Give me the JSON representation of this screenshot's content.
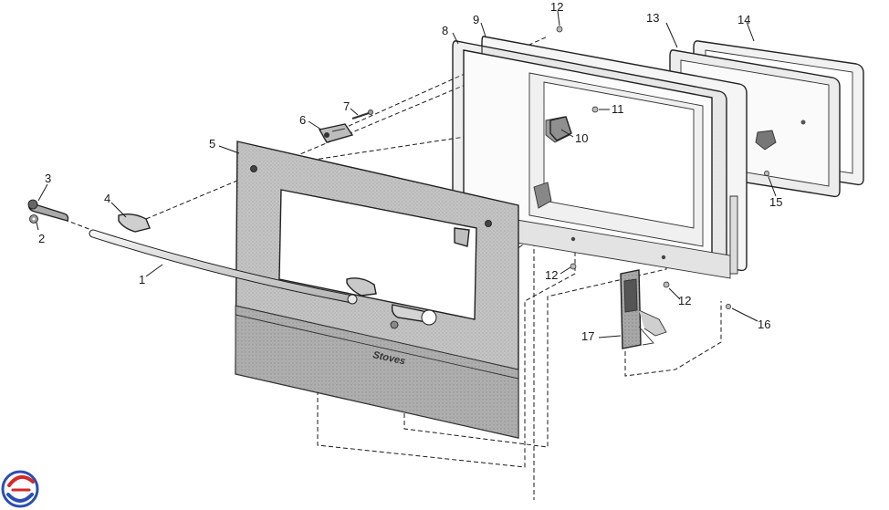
{
  "diagram": {
    "labels": [
      {
        "id": "l1",
        "text": "1"
      },
      {
        "id": "l2",
        "text": "2"
      },
      {
        "id": "l3",
        "text": "3"
      },
      {
        "id": "l4",
        "text": "4"
      },
      {
        "id": "l5",
        "text": "5"
      },
      {
        "id": "l6",
        "text": "6"
      },
      {
        "id": "l7",
        "text": "7"
      },
      {
        "id": "l8",
        "text": "8"
      },
      {
        "id": "l9",
        "text": "9"
      },
      {
        "id": "l10",
        "text": "10"
      },
      {
        "id": "l11",
        "text": "11"
      },
      {
        "id": "l12a",
        "text": "12"
      },
      {
        "id": "l12b",
        "text": "12"
      },
      {
        "id": "l12c",
        "text": "12"
      },
      {
        "id": "l13",
        "text": "13"
      },
      {
        "id": "l14",
        "text": "14"
      },
      {
        "id": "l15",
        "text": "15"
      },
      {
        "id": "l16",
        "text": "16"
      },
      {
        "id": "l17",
        "text": "17"
      }
    ],
    "brand_text": "Stoves"
  },
  "colors": {
    "line": "#1a1a1a",
    "door_panel": "#bdbdbd",
    "door_shade": "#8e8e8e",
    "frame": "#e6e6e6",
    "logo_red": "#d42a2a",
    "logo_blue": "#2a4fb0"
  }
}
